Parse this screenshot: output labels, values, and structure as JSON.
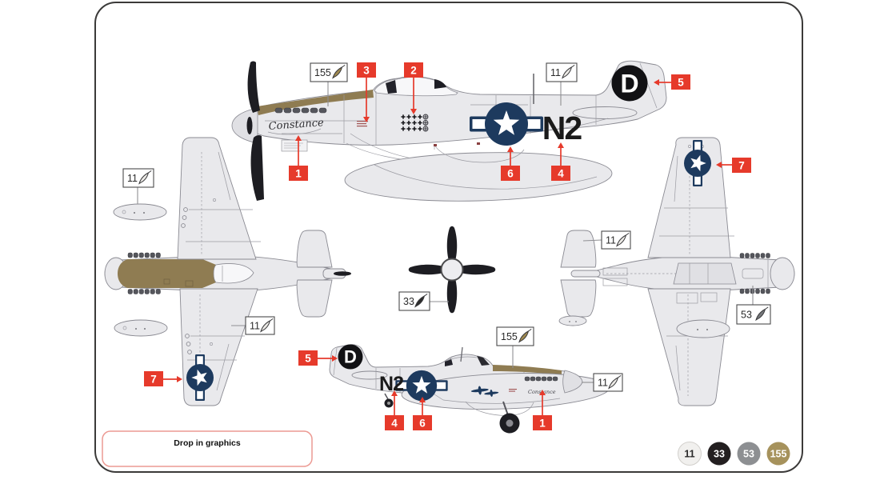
{
  "colors": {
    "callout_red": "#e63a2b",
    "label_line": "#8f8f93",
    "navy": "#1d3a5e",
    "olive": "#8f7c52",
    "airframe": "#e9e9ec",
    "page_border": "#3b3a39"
  },
  "markings": {
    "nose_art": "Constance",
    "fuselage_code": "N2",
    "tail_letter": "D"
  },
  "callouts": {
    "c1": "1",
    "c2": "2",
    "c3": "3",
    "c4": "4",
    "c5": "5",
    "c6": "6",
    "c7": "7"
  },
  "paints": {
    "p11": {
      "code": "11",
      "fill": "#f1f0ee",
      "text_color": "#2a2a2a",
      "brush": "#eceae6"
    },
    "p33": {
      "code": "33",
      "fill": "#231f20",
      "text_color": "#ffffff",
      "brush": "#2b2b2b"
    },
    "p53": {
      "code": "53",
      "fill": "#8d8f92",
      "text_color": "#ffffff",
      "brush": "#77797c"
    },
    "p155": {
      "code": "155",
      "fill": "#a6925c",
      "text_color": "#ffffff",
      "brush": "#a08a50"
    }
  },
  "footer": {
    "drop_in_label": "Drop in graphics"
  }
}
